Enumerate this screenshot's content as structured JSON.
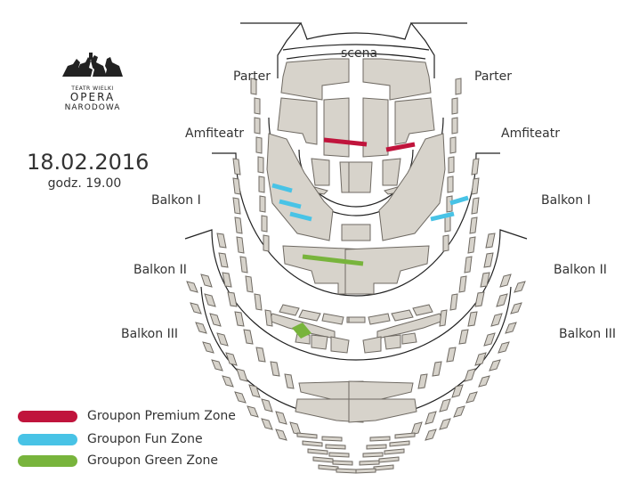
{
  "venue": {
    "logo": {
      "line1": "TEATR WIELKI",
      "line2": "OPERA",
      "line3": "NARODOWA",
      "icon": "quadriga-icon"
    }
  },
  "event": {
    "date": "18.02.2016",
    "time": "godz. 19.00"
  },
  "stage_label": "scena",
  "sections": {
    "parter_left": "Parter",
    "parter_right": "Parter",
    "amfiteatr_left": "Amfiteatr",
    "amfiteatr_right": "Amfiteatr",
    "balkon1_left": "Balkon I",
    "balkon1_right": "Balkon I",
    "balkon2_left": "Balkon II",
    "balkon2_right": "Balkon II",
    "balkon3_left": "Balkon III",
    "balkon3_right": "Balkon III"
  },
  "legend": [
    {
      "label": "Groupon Premium Zone",
      "color": "#c0143c"
    },
    {
      "label": "Groupon Fun Zone",
      "color": "#48c3e6"
    },
    {
      "label": "Groupon Green Zone",
      "color": "#78b43c"
    }
  ],
  "colors": {
    "block_fill": "#d7d3cb",
    "block_stroke": "#6f6a63",
    "line": "#222222"
  }
}
